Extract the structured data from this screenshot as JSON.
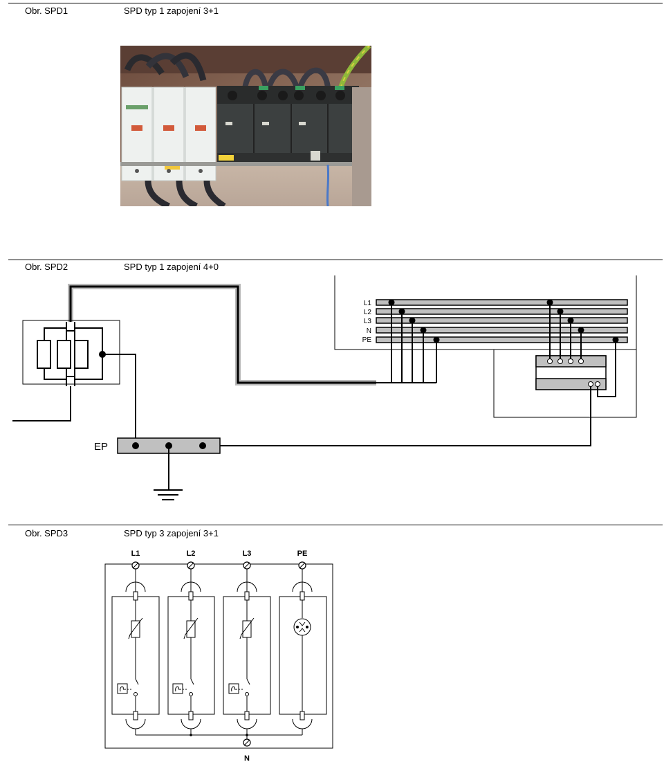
{
  "fig1": {
    "id": "Obr. SPD1",
    "title": "SPD typ 1 zapojení 3+1"
  },
  "fig2": {
    "id": "Obr. SPD2",
    "title": "SPD typ 1 zapojení 4+0",
    "bus_labels": [
      "L1",
      "L2",
      "L3",
      "N",
      "PE"
    ],
    "ep_label": "EP"
  },
  "fig3": {
    "id": "Obr. SPD3",
    "title": "SPD typ 3 zapojení 3+1",
    "terminal_labels": [
      "L1",
      "L2",
      "L3",
      "PE"
    ],
    "bottom_label": "N"
  }
}
